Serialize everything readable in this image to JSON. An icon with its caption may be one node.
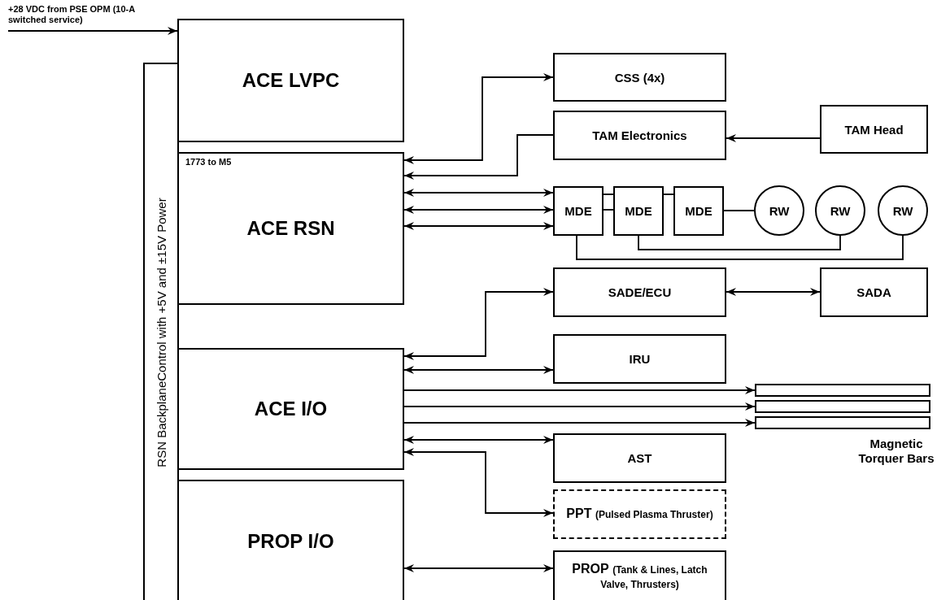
{
  "diagram": {
    "nodes": [
      {
        "text": [
          "RSN BackplaneControl with +5V and ±15V Power"
        ]
      },
      {
        "text": [
          "ACE LVPC"
        ]
      },
      {
        "text": [
          "1773 to M5",
          "ACE RSN"
        ]
      },
      {
        "text": [
          "ACE I/O"
        ]
      },
      {
        "text": [
          "PROP I/O"
        ]
      },
      {
        "text": [
          "CSS (4x)"
        ]
      },
      {
        "text": [
          "TAM Electronics"
        ]
      },
      {
        "text": [
          "TAM Head"
        ]
      },
      {
        "text": [
          "MDE"
        ]
      },
      {
        "text": [
          "MDE"
        ]
      },
      {
        "text": [
          "MDE"
        ]
      },
      {
        "text": [
          "RW"
        ]
      },
      {
        "text": [
          "RW"
        ]
      },
      {
        "text": [
          "RW"
        ]
      },
      {
        "text": [
          "SADE/ECU"
        ]
      },
      {
        "text": [
          "SADA"
        ]
      },
      {
        "text": [
          "IRU"
        ]
      },
      {
        "text": [],
        "shape": "bar"
      },
      {
        "text": [],
        "shape": "bar"
      },
      {
        "text": [],
        "shape": "bar"
      },
      {
        "text": [
          "AST"
        ]
      },
      {
        "text": [
          "PPT",
          "(Pulsed Plasma Thruster)"
        ]
      },
      {
        "text": [
          "PROP",
          "(Tank & Lines, Latch Valve, Thrusters)"
        ]
      }
    ],
    "edges": [
      {
        "from": null,
        "to": 1,
        "arrow": "to",
        "label": "+28 VDC from PSE OPM (10-A switched service)"
      },
      {
        "from": 2,
        "to": 5,
        "arrow": "both"
      },
      {
        "from": 6,
        "to": 2,
        "arrow": "to"
      },
      {
        "from": 2,
        "to": 8,
        "arrow": "both"
      },
      {
        "from": 2,
        "to": 8,
        "arrow": "both"
      },
      {
        "from": 2,
        "to": 8,
        "arrow": "both"
      },
      {
        "from": 7,
        "to": 6,
        "arrow": "to"
      },
      {
        "from": 8,
        "to": 9,
        "arrow": "none"
      },
      {
        "from": 8,
        "to": 9,
        "arrow": "none"
      },
      {
        "from": 9,
        "to": 10,
        "arrow": "none"
      },
      {
        "from": 10,
        "to": 11,
        "arrow": "none"
      },
      {
        "from": 8,
        "to": 13,
        "arrow": "none"
      },
      {
        "from": 9,
        "to": 12,
        "arrow": "none"
      },
      {
        "from": 3,
        "to": 14,
        "arrow": "both"
      },
      {
        "from": 3,
        "to": 16,
        "arrow": "both"
      },
      {
        "from": 14,
        "to": 15,
        "arrow": "both"
      },
      {
        "from": 3,
        "to": 17,
        "arrow": "to"
      },
      {
        "from": 3,
        "to": 18,
        "arrow": "to"
      },
      {
        "from": 3,
        "to": 19,
        "arrow": "to"
      },
      {
        "from": 3,
        "to": 20,
        "arrow": "both"
      },
      {
        "from": 3,
        "to": 21,
        "arrow": "both"
      },
      {
        "from": 4,
        "to": 22,
        "arrow": "both"
      }
    ],
    "labels": [
      "Magnetic Torquer Bars"
    ]
  }
}
